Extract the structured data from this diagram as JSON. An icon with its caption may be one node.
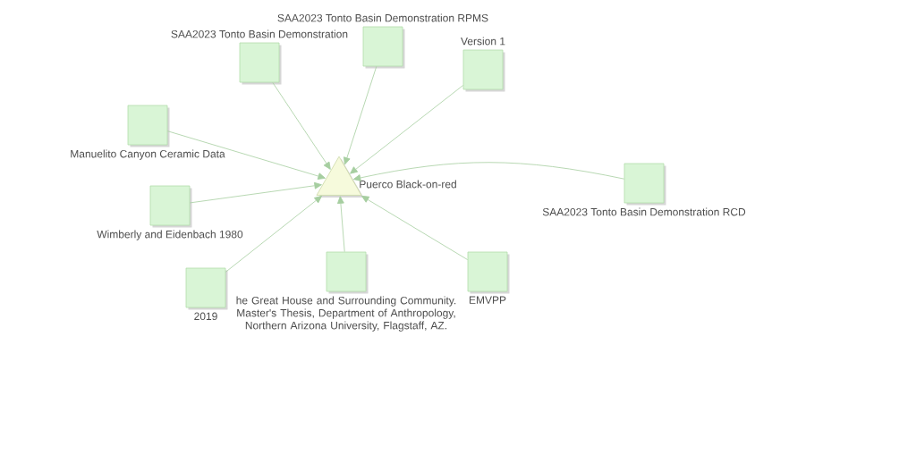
{
  "diagram": {
    "nodes": [
      {
        "text": [
          "SAA2023 Tonto Basin Demonstration"
        ]
      },
      {
        "text": [
          "SAA2023 Tonto Basin Demonstration RPMS"
        ]
      },
      {
        "text": [
          "Version 1"
        ]
      },
      {
        "text": [
          "Manuelito Canyon Ceramic Data"
        ]
      },
      {
        "text": [
          "Puerco Black-on-red"
        ]
      },
      {
        "text": [
          "Wimberly and Eidenbach 1980"
        ]
      },
      {
        "text": [
          "SAA2023 Tonto Basin Demonstration RCD"
        ]
      },
      {
        "text": [
          "2019"
        ]
      },
      {
        "text": [
          "he Great House and Surrounding Community. Master's Thesis, Department of Anthropology, Northern Arizona University, Flagstaff, AZ."
        ]
      },
      {
        "text": [
          "EMVPP"
        ]
      }
    ],
    "edges": [
      {
        "from": 0,
        "to": 4,
        "arrow": "to"
      },
      {
        "from": 1,
        "to": 4,
        "arrow": "to"
      },
      {
        "from": 2,
        "to": 4,
        "arrow": "to"
      },
      {
        "from": 3,
        "to": 4,
        "arrow": "to"
      },
      {
        "from": 5,
        "to": 4,
        "arrow": "to"
      },
      {
        "from": 6,
        "to": 4,
        "arrow": "to"
      },
      {
        "from": 7,
        "to": 4,
        "arrow": "to"
      },
      {
        "from": 8,
        "to": 4,
        "arrow": "to"
      },
      {
        "from": 9,
        "to": 4,
        "arrow": "to"
      }
    ]
  }
}
